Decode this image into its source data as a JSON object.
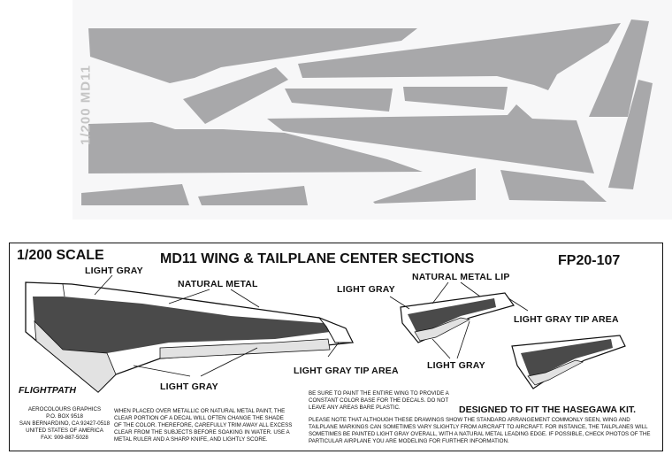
{
  "decal_sheet": {
    "vertical_label": "1/200 MD11",
    "decal_color": "#a8a8aa"
  },
  "card": {
    "scale": "1/200 SCALE",
    "title": "MD11 WING & TAILPLANE CENTER SECTIONS",
    "product_code": "FP20-107",
    "callouts": {
      "light_gray_top": "LIGHT GRAY",
      "natural_metal": "NATURAL METAL",
      "light_gray_tip_area_wing": "LIGHT GRAY TIP AREA",
      "light_gray_bottom": "LIGHT GRAY",
      "light_gray_tail": "LIGHT GRAY",
      "natural_metal_lip": "NATURAL METAL LIP",
      "light_gray_tip_area_tail": "LIGHT GRAY TIP AREA",
      "light_gray_tail_bottom": "LIGHT GRAY"
    },
    "brand": "FLIGHTPATH",
    "address": [
      "AEROCOLOURS GRAPHICS",
      "P.O. BOX 9518",
      "SAN BERNARDINO, CA 92427-0518",
      "UNITED STATES OF AMERICA",
      "FAX: 909-887-5028"
    ],
    "metal_paint_note": "WHEN PLACED OVER METALLIC OR NATURAL METAL PAINT, THE CLEAR PORTION OF A DECAL WILL OFTEN CHANGE THE SHADE OF THE COLOR. THEREFORE, CAREFULLY TRIM AWAY ALL EXCESS CLEAR FROM THE SUBJECTS BEFORE SOAKING IN WATER. USE A METAL RULER AND A SHARP KNIFE, AND LIGHTLY SCORE.",
    "paint_base_note": "BE SURE TO PAINT THE ENTIRE WING TO PROVIDE A CONSTANT COLOR BASE FOR THE DECALS. DO NOT LEAVE ANY AREAS BARE PLASTIC.",
    "kit_fit": "DESIGNED TO FIT THE HASEGAWA KIT.",
    "arrangement_note": "PLEASE NOTE THAT ALTHOUGH THESE DRAWINGS SHOW THE STANDARD ARRANGEMENT COMMONLY SEEN, WING AND TAILPLANE MARKINGS CAN SOMETIMES VARY SLIGHTLY FROM AIRCRAFT TO AIRCRAFT. FOR INSTANCE, THE TAILPLANES WILL SOMETIMES BE PAINTED LIGHT GRAY OVERALL, WITH A NATURAL METAL LEADING EDGE. IF POSSIBLE, CHECK PHOTOS OF THE PARTICULAR AIRPLANE YOU ARE MODELING FOR FURTHER INFORMATION."
  }
}
